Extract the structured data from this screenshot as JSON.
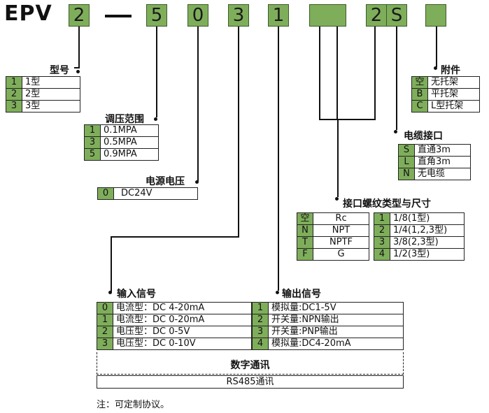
{
  "model": {
    "prefix": "EPV",
    "codes": [
      "2",
      "5",
      "0",
      "3",
      "1",
      "",
      "2",
      "S",
      ""
    ]
  },
  "sections": {
    "type": {
      "title": "型号",
      "rows": [
        [
          "1",
          "1型"
        ],
        [
          "2",
          "2型"
        ],
        [
          "3",
          "3型"
        ]
      ]
    },
    "pressure_range": {
      "title": "调压范围",
      "rows": [
        [
          "1",
          "0.1MPA"
        ],
        [
          "3",
          "0.5MPA"
        ],
        [
          "5",
          "0.9MPA"
        ]
      ]
    },
    "power_supply": {
      "title": "电源电压",
      "rows": [
        [
          "0",
          "DC24V"
        ]
      ]
    },
    "accessory": {
      "title": "附件",
      "rows": [
        [
          "空",
          "无托架"
        ],
        [
          "B",
          "平托架"
        ],
        [
          "C",
          "L型托架"
        ]
      ]
    },
    "cable_connector": {
      "title": "电缆接口",
      "rows": [
        [
          "S",
          "直通3m"
        ],
        [
          "L",
          "直角3m"
        ],
        [
          "N",
          "无电缆"
        ]
      ]
    },
    "port_thread": {
      "title": "接口螺纹类型与尺寸",
      "thread_rows": [
        [
          "空",
          "Rc"
        ],
        [
          "N",
          "NPT"
        ],
        [
          "T",
          "NPTF"
        ],
        [
          "F",
          "G"
        ]
      ],
      "size_rows": [
        [
          "1",
          "1/8(1型)"
        ],
        [
          "2",
          "1/4(1,2,3型)"
        ],
        [
          "3",
          "3/8(2,3型)"
        ],
        [
          "4",
          "1/2(3型)"
        ]
      ]
    },
    "input_signal": {
      "title": "输入信号",
      "rows": [
        [
          "0",
          "电流型：DC 4-20mA"
        ],
        [
          "1",
          "电流型：DC 0-20mA"
        ],
        [
          "2",
          "电压型：DC 0-5V"
        ],
        [
          "3",
          "电压型：DC 0-10V"
        ]
      ]
    },
    "output_signal": {
      "title": "输出信号",
      "rows": [
        [
          "1",
          "模拟量:DC1-5V"
        ],
        [
          "2",
          "开关量:NPN输出"
        ],
        [
          "3",
          "开关量:PNP输出"
        ],
        [
          "4",
          "模拟量:DC4-20mA"
        ]
      ]
    },
    "digital_comm": {
      "title": "数字通讯",
      "value": "RS485通讯"
    }
  },
  "note": "注：可定制协议。",
  "colors": {
    "code_fill": "#7fae5b",
    "line": "#111111"
  }
}
